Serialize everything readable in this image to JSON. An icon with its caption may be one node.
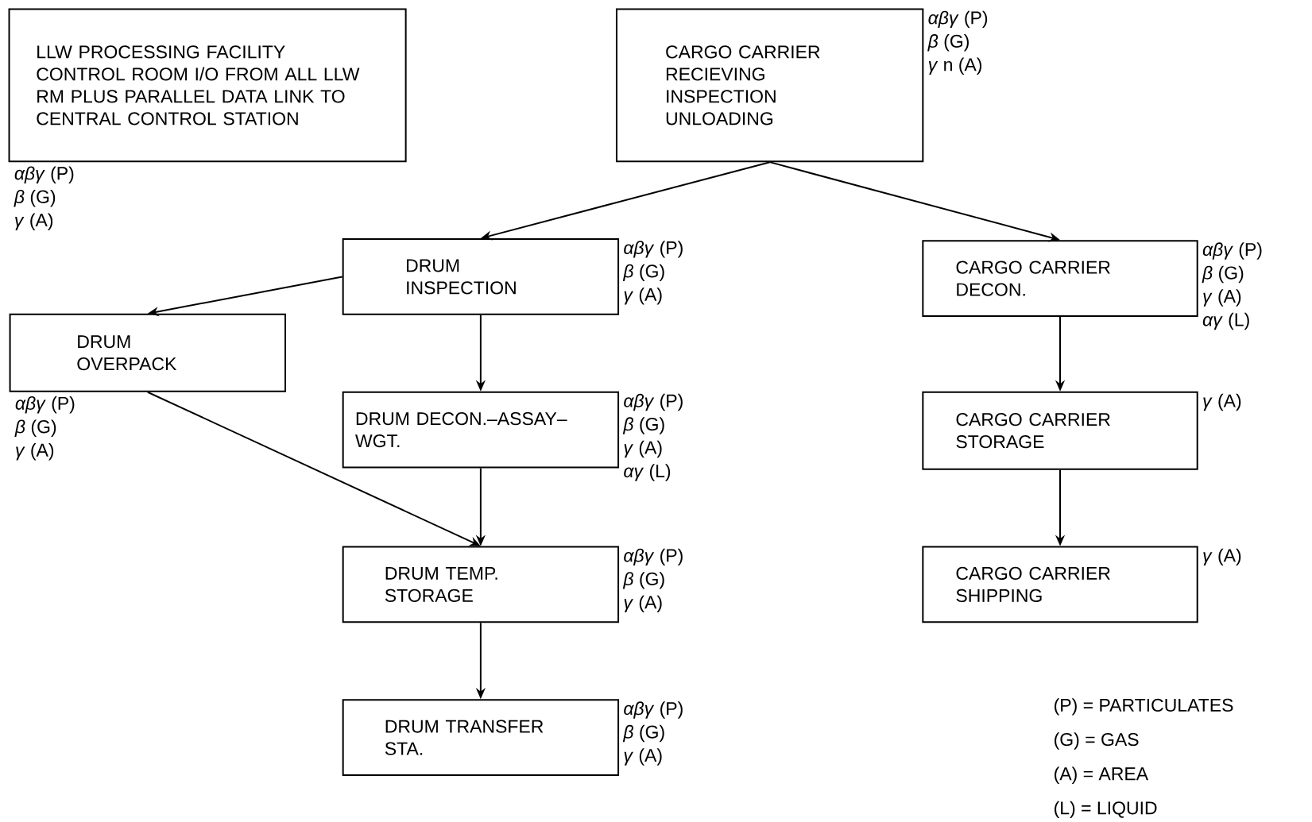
{
  "diagram": {
    "nodes": [
      {
        "text": [
          "LLW PROCESSING FACILITY CONTROL ROOM I/O FROM ALL LLW RM PLUS PARALLEL DATA LINK TO CENTRAL CONTROL STATION"
        ],
        "beside": [
          "*αβγ* (P)",
          "*β* (G)",
          "*γ* (A)"
        ]
      },
      {
        "text": [
          "CARGO CARRIER RECIEVING INSPECTION UNLOADING"
        ],
        "beside": [
          "*αβγ* (P)",
          "*β* (G)",
          "*γ* n (A)"
        ]
      },
      {
        "text": [
          "DRUM INSPECTION"
        ],
        "beside": [
          "*αβγ* (P)",
          "*β* (G)",
          "*γ* (A)"
        ]
      },
      {
        "text": [
          "CARGO CARRIER DECON."
        ],
        "beside": [
          "*αβγ* (P)",
          "*β* (G)",
          "*γ* (A)",
          "*αγ* (L)"
        ]
      },
      {
        "text": [
          "DRUM OVERPACK"
        ],
        "beside": [
          "*αβγ* (P)",
          "*β* (G)",
          "*γ* (A)"
        ]
      },
      {
        "text": [
          "DRUM DECON.–ASSAY–WGT."
        ],
        "beside": [
          "*αβγ* (P)",
          "*β* (G)",
          "*γ* (A)",
          "*αγ* (L)"
        ]
      },
      {
        "text": [
          "CARGO CARRIER STORAGE"
        ],
        "beside": [
          "*γ* (A)"
        ]
      },
      {
        "text": [
          "DRUM TEMP. STORAGE"
        ],
        "beside": [
          "*αβγ* (P)",
          "*β* (G)",
          "*γ* (A)"
        ]
      },
      {
        "text": [
          "CARGO CARRIER SHIPPING"
        ],
        "beside": [
          "*γ* (A)"
        ]
      },
      {
        "text": [
          "DRUM TRANSFER STA."
        ],
        "beside": [
          "*αβγ* (P)",
          "*β* (G)",
          "*γ* (A)"
        ]
      }
    ],
    "edges": [
      {
        "from": 1,
        "to": 2,
        "arrow": "to"
      },
      {
        "from": 1,
        "to": 3,
        "arrow": "to"
      },
      {
        "from": 2,
        "to": 4,
        "arrow": "to"
      },
      {
        "from": 2,
        "to": 5,
        "arrow": "to"
      },
      {
        "from": 3,
        "to": 6,
        "arrow": "to"
      },
      {
        "from": 4,
        "to": 7,
        "arrow": "to"
      },
      {
        "from": 5,
        "to": 7,
        "arrow": "to"
      },
      {
        "from": 6,
        "to": 8,
        "arrow": "to"
      },
      {
        "from": 7,
        "to": 9,
        "arrow": "to"
      }
    ],
    "labels": [
      "(P) = PARTICULATES",
      "(G) = GAS",
      "(A) = AREA",
      "(L) = LIQUID"
    ]
  }
}
